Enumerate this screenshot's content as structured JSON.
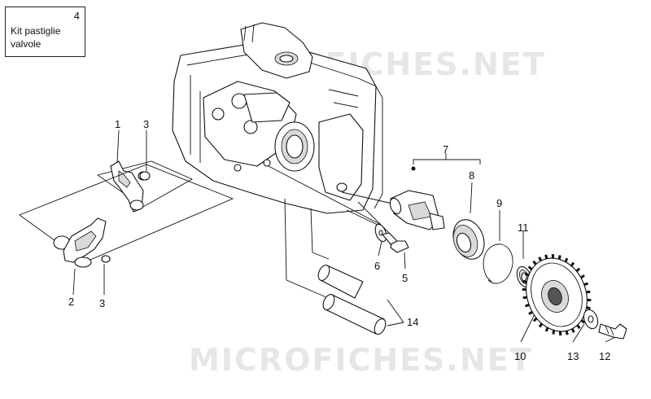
{
  "kit_box": {
    "number": "4",
    "label_line1": "Kit pastiglie",
    "label_line2": "valvole"
  },
  "watermark": "MICROFICHES.NET",
  "callouts": [
    "1",
    "2",
    "3",
    "3",
    "5",
    "6",
    "7",
    "8",
    "9",
    "10",
    "11",
    "12",
    "13",
    "14"
  ]
}
